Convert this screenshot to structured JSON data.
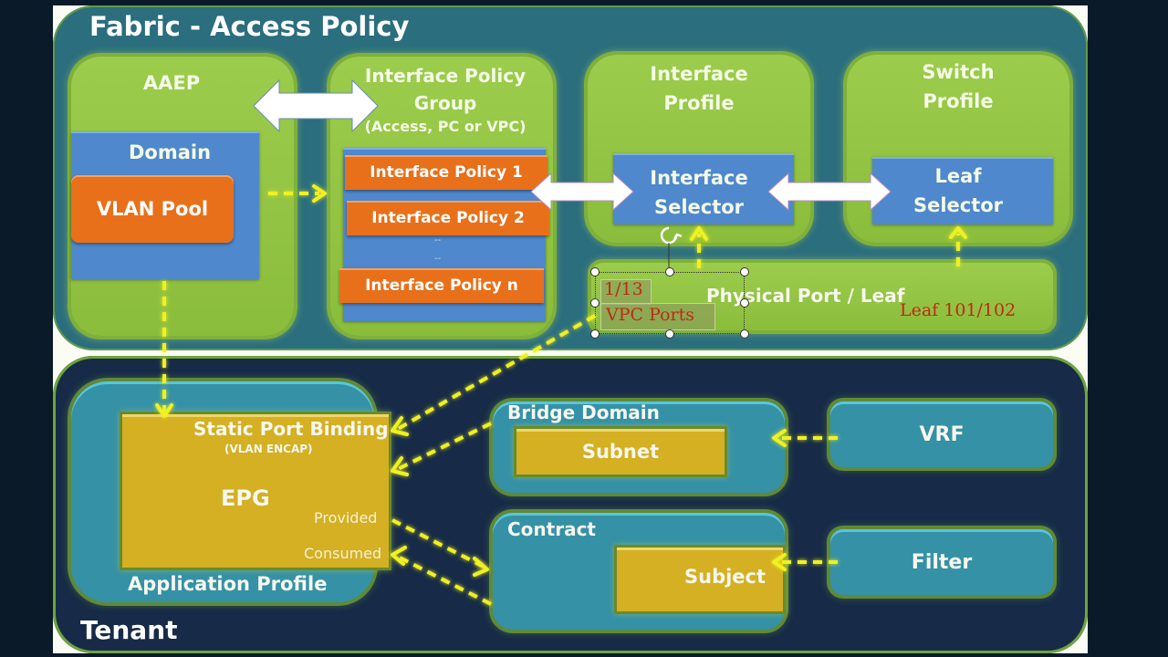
{
  "fabric": {
    "title": "Fabric - Access Policy",
    "aaep": {
      "title": "AAEP",
      "domain": "Domain",
      "vlan_pool": "VLAN Pool"
    },
    "interface_policy_group": {
      "title_line1": "Interface Policy",
      "title_line2": "Group",
      "subtitle": "(Access, PC or VPC)",
      "policies": [
        "Interface Policy 1",
        "Interface Policy 2",
        "Interface Policy n"
      ],
      "ellipsis": [
        "--",
        "--"
      ]
    },
    "interface_profile": {
      "title_line1": "Interface",
      "title_line2": "Profile",
      "selector_line1": "Interface",
      "selector_line2": "Selector"
    },
    "switch_profile": {
      "title_line1": "Switch",
      "title_line2": "Profile",
      "selector_line1": "Leaf",
      "selector_line2": "Selector"
    },
    "physical_port": {
      "label": "Physical Port / Leaf",
      "annotation_leaf": "Leaf 101/102",
      "annotation_port": "1/13",
      "annotation_vpc": "VPC Ports"
    }
  },
  "tenant": {
    "title": "Tenant",
    "application_profile": {
      "title": "Application Profile",
      "epg": {
        "static_binding": "Static Port Binding",
        "vlan_encap": "(VLAN ENCAP)",
        "label": "EPG",
        "provided": "Provided",
        "consumed": "Consumed"
      }
    },
    "bridge_domain": {
      "title": "Bridge Domain",
      "subnet": "Subnet"
    },
    "contract": {
      "title": "Contract",
      "subject": "Subject"
    },
    "vrf": "VRF",
    "filter": "Filter"
  },
  "colors": {
    "fabric_bg": "#2b6e7e",
    "tenant_bg": "#172b48",
    "green_panel": "#9ccc4c",
    "blue_box": "#4f88cc",
    "orange_box": "#e8701a",
    "teal_box": "#3591a6",
    "gold_box": "#d4b022",
    "arrow_yellow": "#f0f020",
    "annotation_red": "#c02a12"
  }
}
